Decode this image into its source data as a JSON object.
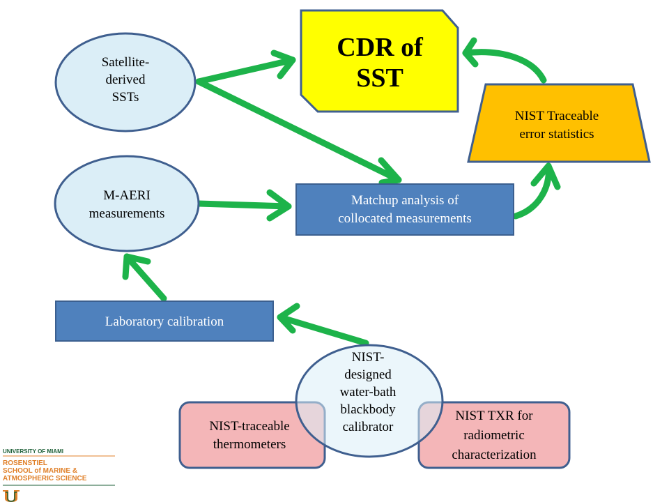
{
  "nodes": {
    "satellite_ssts": {
      "lines": [
        "Satellite-",
        "derived",
        "SSTs"
      ]
    },
    "cdr_sst": {
      "lines": [
        "CDR of",
        "SST"
      ]
    },
    "nist_error_stats": {
      "lines": [
        "NIST Traceable",
        "error statistics"
      ]
    },
    "m_aeri": {
      "lines": [
        "M-AERI",
        "measurements"
      ]
    },
    "matchup_analysis": {
      "lines": [
        "Matchup analysis of",
        "collocated measurements"
      ]
    },
    "lab_calibration": {
      "lines": [
        "Laboratory calibration"
      ]
    },
    "water_bath_blackbody": {
      "lines": [
        "NIST-",
        "designed",
        "water-bath",
        "blackbody",
        "calibrator"
      ]
    },
    "nist_thermometers": {
      "lines": [
        "NIST-traceable",
        "thermometers"
      ]
    },
    "nist_txr": {
      "lines": [
        "NIST TXR for",
        "radiometric",
        "characterization"
      ]
    }
  },
  "logo": {
    "university": "UNIVERSITY OF MIAMI",
    "school_lines": [
      "ROSENSTIEL",
      "SCHOOL of MARINE &",
      "ATMOSPHERIC SCIENCE"
    ]
  },
  "colors": {
    "arrow": "#1db34a",
    "ellipse_fill": "#dbeef7",
    "outline": "#3f5f8f",
    "cdr_fill": "#ffff00",
    "stats_fill": "#ffc000",
    "box_fill": "#4f81bd",
    "pink_fill": "#f4b6b8",
    "logo_orange": "#e0802a",
    "logo_green": "#1b5e35"
  }
}
